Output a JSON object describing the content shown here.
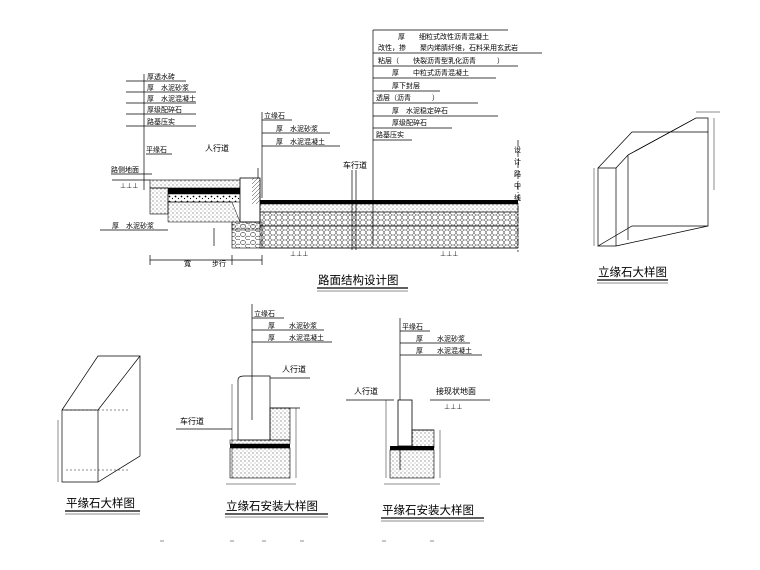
{
  "main_section": {
    "title": "路面结构设计图",
    "left_callouts": [
      "厚透水砖",
      "厚　水泥砂浆",
      "厚　水泥混凝土",
      "厚级配碎石",
      "路基压实"
    ],
    "curb_labels": [
      "立缘石",
      "厚　水泥砂浆",
      "厚　水泥混凝土"
    ],
    "right_callouts": [
      "厚　　细粒式改性沥青混凝土",
      "改性，掺　　聚内烯腈纤维，石料采用玄武岩",
      "粘层（　　快裂沥青型乳化沥青　　　）",
      "厚　　中粒式沥青混凝土",
      "厚下封层",
      "透层（沥青　　　）",
      "厚　水泥稳定碎石",
      "厚级配碎石",
      "路基压实"
    ],
    "label_flat_curb": "平缘石",
    "label_roadside": "路侧地面",
    "label_sidewalk": "人行道",
    "label_carriageway": "车行道",
    "label_mortar_bottom": "厚　水泥砂浆",
    "label_sidewalk_width": "步行",
    "label_dim_small": "寬",
    "label_centerline": [
      "设",
      "计",
      "路",
      "中",
      "线"
    ]
  },
  "vertical_curb_detail": {
    "title": "立缘石大样图"
  },
  "flat_curb_detail": {
    "title": "平缘石大样图"
  },
  "vertical_curb_install": {
    "title": "立缘石安装大样图",
    "callouts": [
      "立缘石",
      "厚　　水泥砂浆",
      "厚　　水泥混凝土"
    ],
    "label_sidewalk": "人行道",
    "label_carriageway": "车行道"
  },
  "flat_curb_install": {
    "title": "平缘石安装大样图",
    "callouts": [
      "平缘石",
      "厚　　水泥砂浆",
      "厚　　水泥混凝土"
    ],
    "label_sidewalk": "人行道",
    "label_green": "接现状地面"
  }
}
